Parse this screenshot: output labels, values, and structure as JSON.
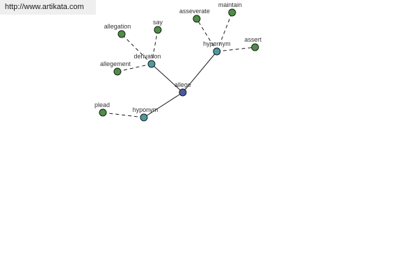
{
  "source": {
    "url_text": "http://www.artikata.com"
  },
  "colors": {
    "root": "#4a5a9e",
    "relation": "#4f9aa0",
    "leaf": "#4e8f46",
    "edge": "#1a1a1a"
  },
  "graph": {
    "nodes": [
      {
        "id": "allege",
        "label": "allege",
        "kind": "root"
      },
      {
        "id": "derivation",
        "label": "derivation",
        "kind": "relation"
      },
      {
        "id": "hypernym",
        "label": "hypernym",
        "kind": "relation"
      },
      {
        "id": "hyponym",
        "label": "hyponym",
        "kind": "relation"
      },
      {
        "id": "allegation",
        "label": "allegation",
        "kind": "leaf"
      },
      {
        "id": "say",
        "label": "say",
        "kind": "leaf"
      },
      {
        "id": "allegement",
        "label": "allegement",
        "kind": "leaf"
      },
      {
        "id": "asseverate",
        "label": "asseverate",
        "kind": "leaf"
      },
      {
        "id": "maintain",
        "label": "maintain",
        "kind": "leaf"
      },
      {
        "id": "assert",
        "label": "assert",
        "kind": "leaf"
      },
      {
        "id": "plead",
        "label": "plead",
        "kind": "leaf"
      }
    ],
    "edges": [
      {
        "from": "allege",
        "to": "derivation",
        "style": "solid"
      },
      {
        "from": "allege",
        "to": "hypernym",
        "style": "solid"
      },
      {
        "from": "allege",
        "to": "hyponym",
        "style": "solid"
      },
      {
        "from": "derivation",
        "to": "allegation",
        "style": "dashed"
      },
      {
        "from": "derivation",
        "to": "say",
        "style": "dashed"
      },
      {
        "from": "derivation",
        "to": "allegement",
        "style": "dashed"
      },
      {
        "from": "hypernym",
        "to": "asseverate",
        "style": "dashed"
      },
      {
        "from": "hypernym",
        "to": "maintain",
        "style": "dashed"
      },
      {
        "from": "hypernym",
        "to": "assert",
        "style": "dashed"
      },
      {
        "from": "hyponym",
        "to": "plead",
        "style": "dashed"
      }
    ]
  }
}
